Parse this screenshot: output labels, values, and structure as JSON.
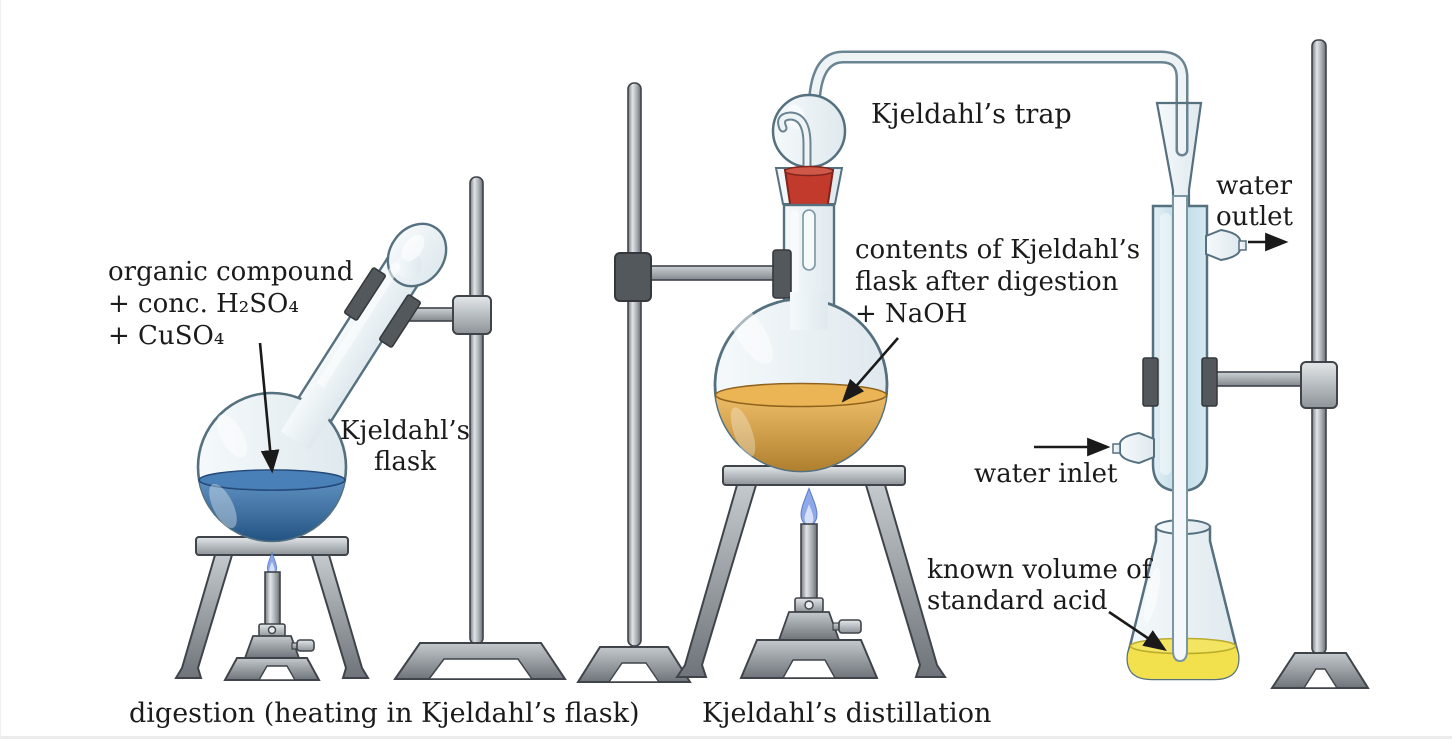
{
  "labels": {
    "reagents": "organic compound\n+ conc. H₂SO₄\n+ CuSO₄",
    "kjeldahl_flask": "Kjeldahl’s\nflask",
    "kjeldahl_trap": "Kjeldahl’s trap",
    "flask_contents": "contents of Kjeldahl’s\nflask after digestion\n+ NaOH",
    "water_outlet": "water\noutlet",
    "water_inlet": "water inlet",
    "standard_acid": "known volume of\nstandard acid"
  },
  "captions": {
    "digestion": "digestion (heating in Kjeldahl’s flask)",
    "distillation": "Kjeldahl’s distillation"
  },
  "colors": {
    "digestion_liquid": "#2f6fae",
    "distillation_liquid": "#e8a93c",
    "standard_acid_liquid": "#f2e14d",
    "stopper": "#c23a2c",
    "flame": "#8aa4e6",
    "glass_outline": "#55707e",
    "text": "#1b1b1b"
  }
}
